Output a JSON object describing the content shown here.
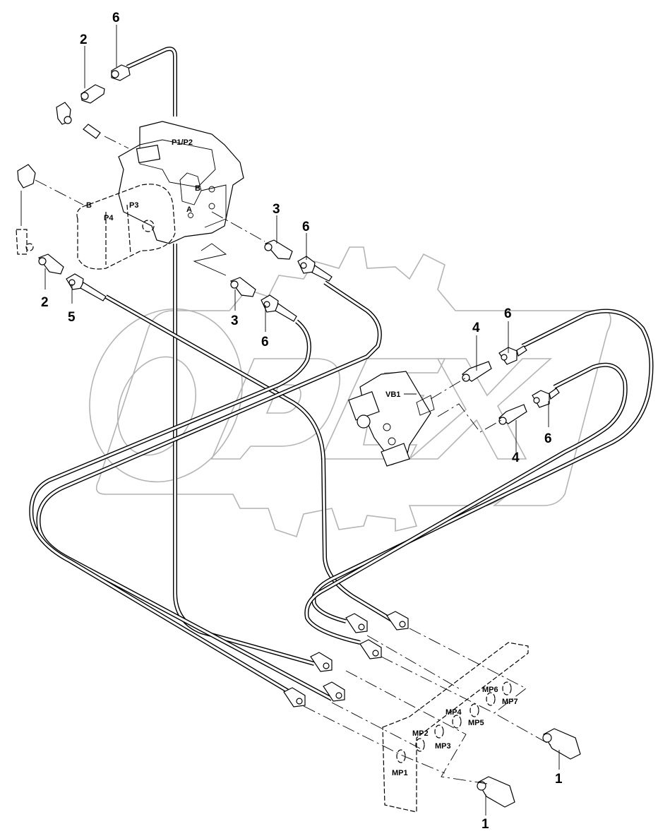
{
  "diagram": {
    "type": "exploded-parts-view",
    "watermark": "OPEX",
    "components": {
      "pump_label": "P1/P2",
      "pump_aux_labels": [
        "P3",
        "P4"
      ],
      "pump_port_labels": [
        "B",
        "A",
        "B"
      ],
      "valve_block_label": "VB1",
      "manifold_ports": [
        "MP1",
        "MP2",
        "MP3",
        "MP4",
        "MP5",
        "MP6",
        "MP7"
      ]
    },
    "callouts": [
      {
        "id": "c2-top",
        "number": "2"
      },
      {
        "id": "c6-top",
        "number": "6"
      },
      {
        "id": "c3-upper",
        "number": "3"
      },
      {
        "id": "c6-upper",
        "number": "6"
      },
      {
        "id": "c2-left",
        "number": "2"
      },
      {
        "id": "c5-left",
        "number": "5"
      },
      {
        "id": "c3-mid",
        "number": "3"
      },
      {
        "id": "c6-mid",
        "number": "6"
      },
      {
        "id": "c4-upper",
        "number": "4"
      },
      {
        "id": "c6-right-upper",
        "number": "6"
      },
      {
        "id": "c6-right-lower",
        "number": "6"
      },
      {
        "id": "c4-lower",
        "number": "4"
      },
      {
        "id": "c1-right",
        "number": "1"
      },
      {
        "id": "c1-bottom",
        "number": "1"
      }
    ]
  }
}
